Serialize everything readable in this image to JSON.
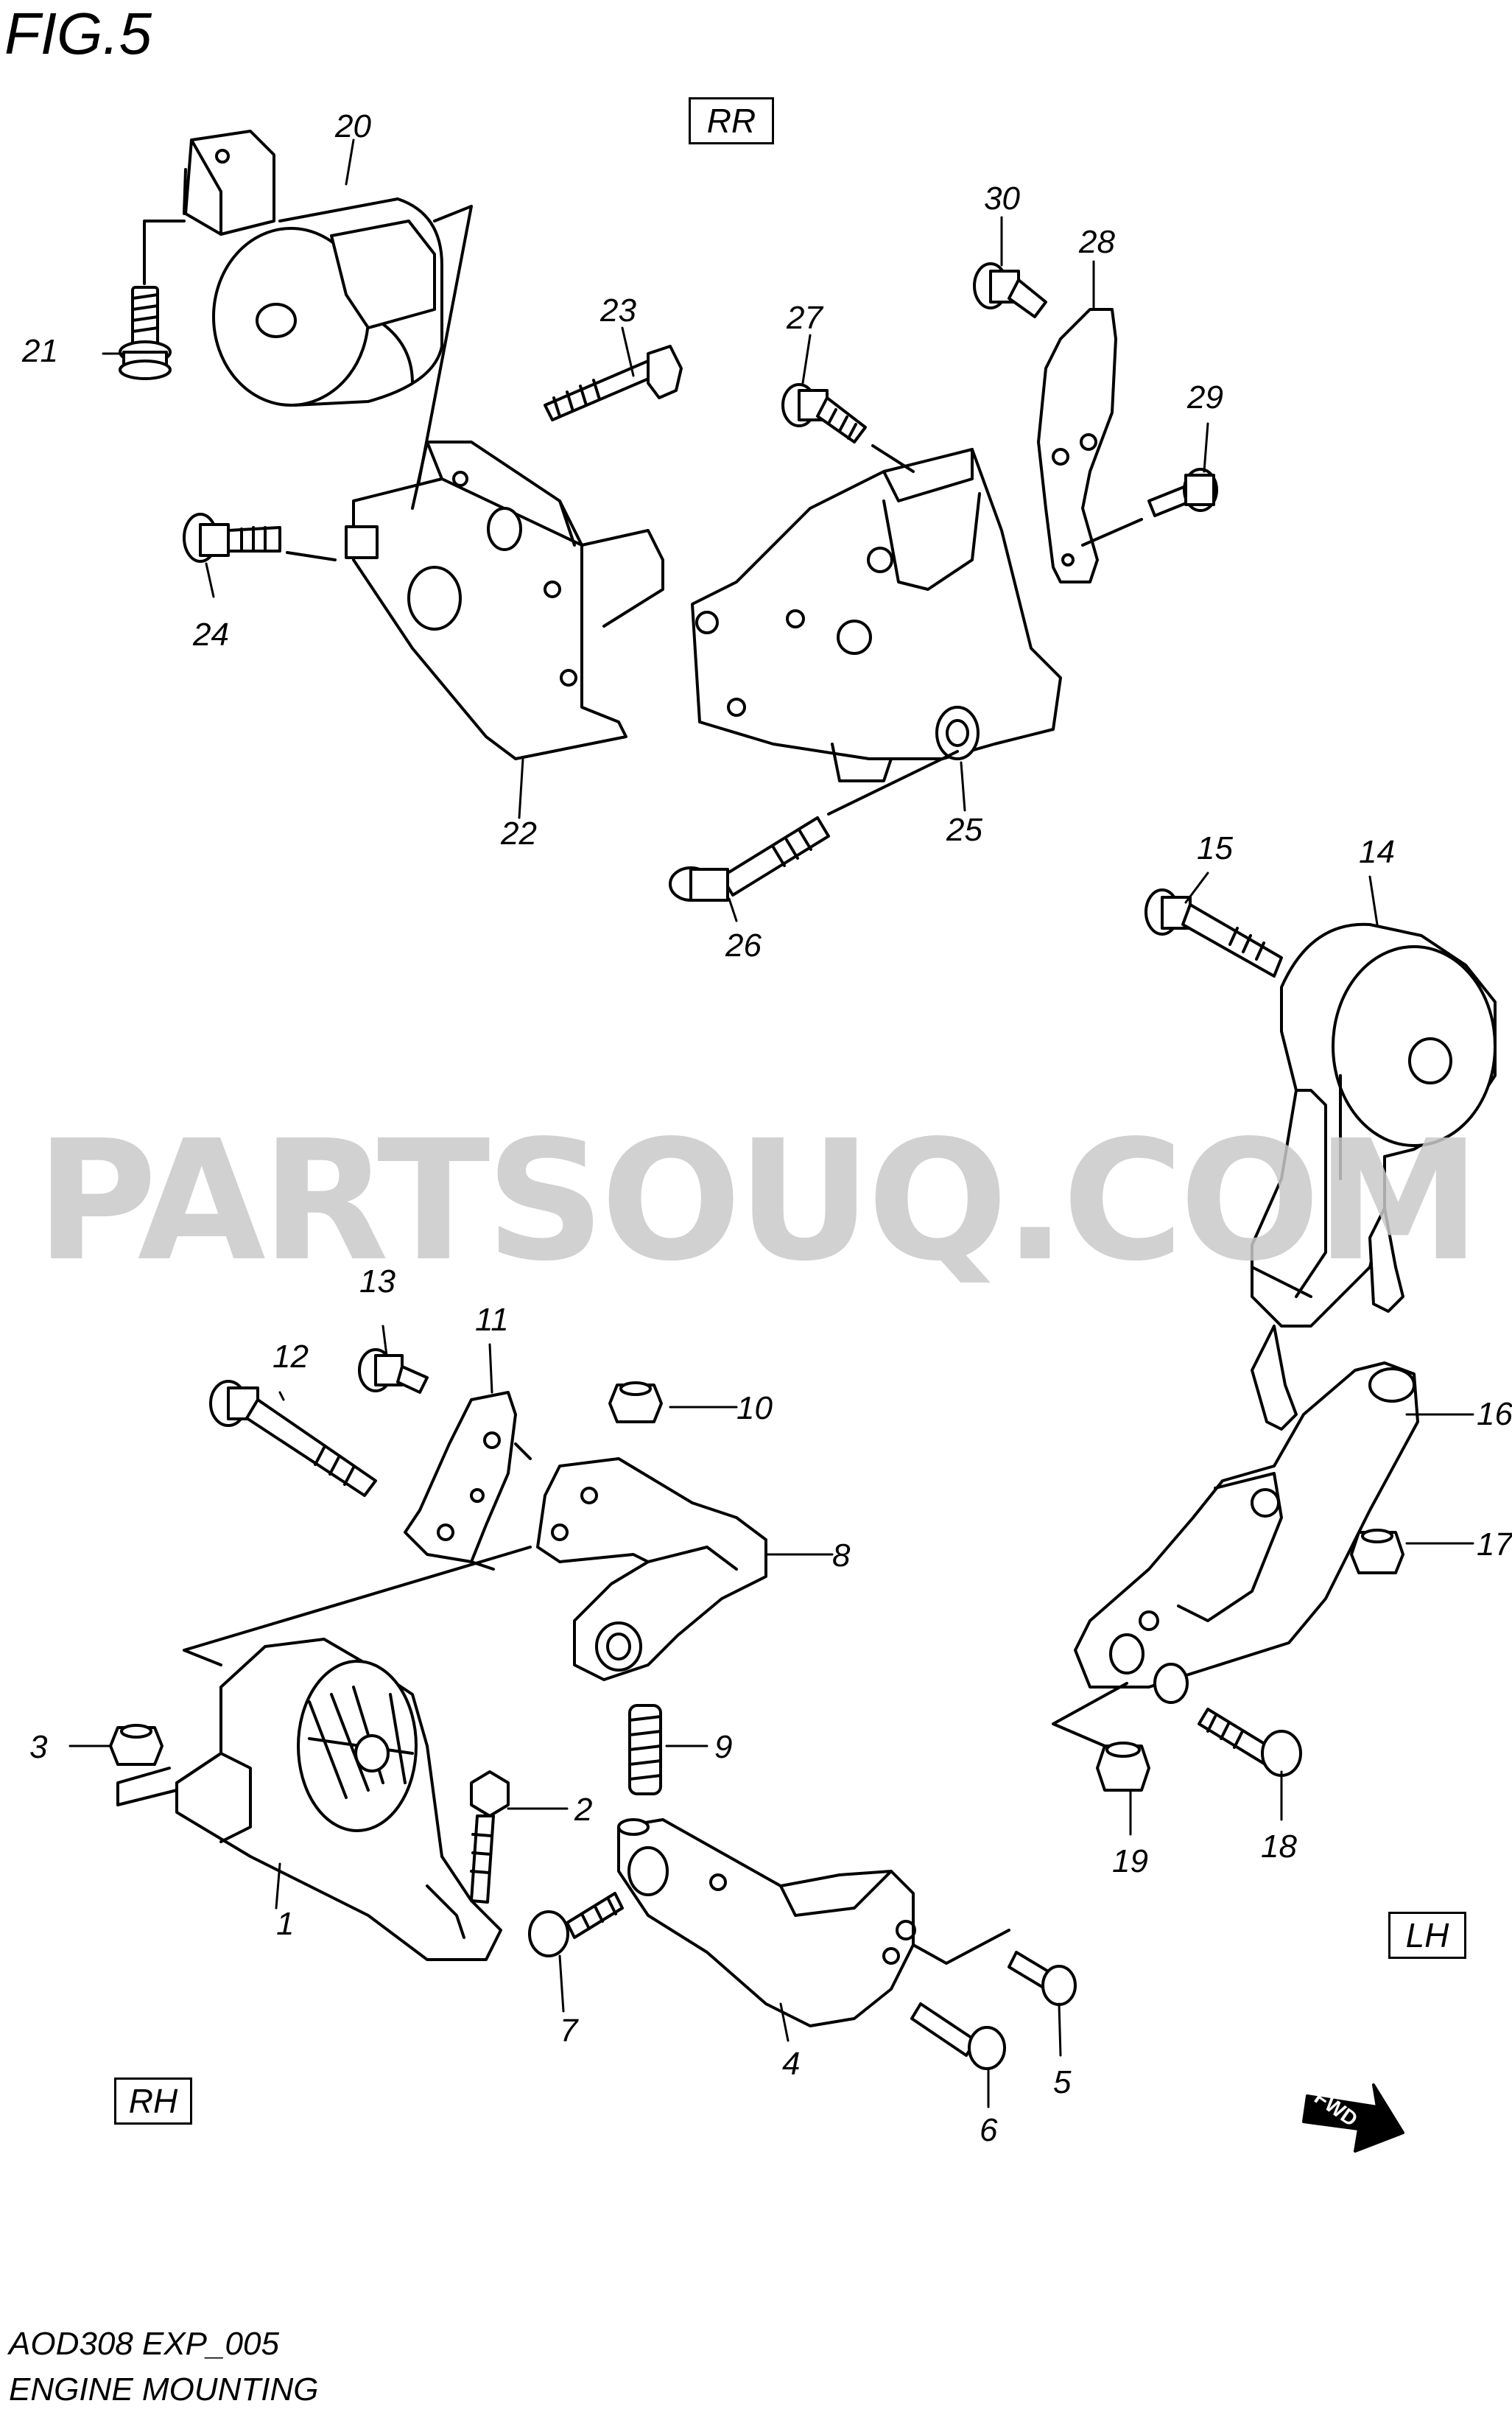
{
  "figure": {
    "label": "FIG.5",
    "code": "AOD308 EXP_005",
    "title": "ENGINE MOUNTING",
    "watermark": "PARTSOUQ.COM"
  },
  "section_labels": {
    "rr": "RR",
    "rh": "RH",
    "lh": "LH",
    "fwd": "FWD"
  },
  "callouts": {
    "c1": "1",
    "c2": "2",
    "c3": "3",
    "c4": "4",
    "c5": "5",
    "c6": "6",
    "c7": "7",
    "c8": "8",
    "c9": "9",
    "c10": "10",
    "c11": "11",
    "c12": "12",
    "c13": "13",
    "c14": "14",
    "c15": "15",
    "c16": "16",
    "c17": "17",
    "c18": "18",
    "c19": "19",
    "c20": "20",
    "c21": "21",
    "c22": "22",
    "c23": "23",
    "c24": "24",
    "c25": "25",
    "c26": "26",
    "c27": "27",
    "c28": "28",
    "c29": "29",
    "c30": "30"
  }
}
